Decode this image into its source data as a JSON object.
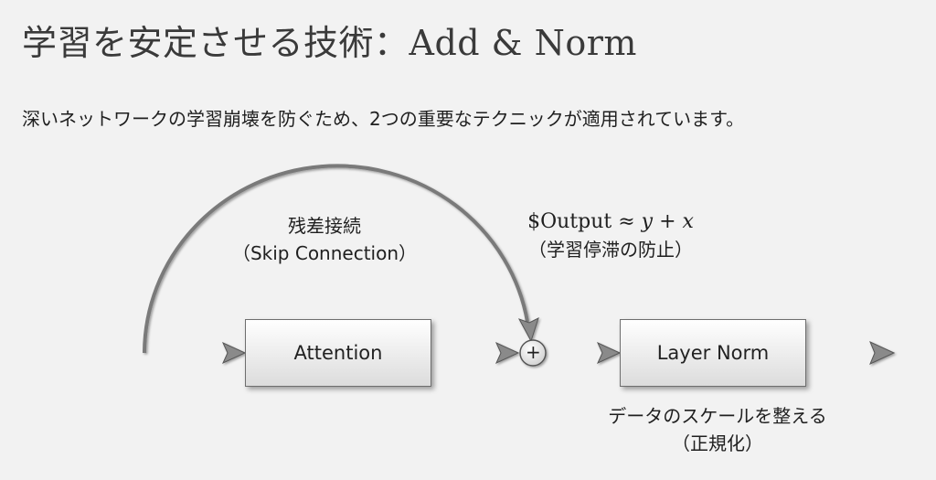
{
  "title": "学習を安定させる技術：Add & Norm",
  "subtitle": "深いネットワークの学習崩壊を防ぐため、2つの重要なテクニックが適用されています。",
  "skip": {
    "label": "残差接続",
    "sublabel": "（Skip Connection）"
  },
  "output": {
    "prefix": "$Output",
    "approx": " ≈ ",
    "y": "y",
    "plus": " + ",
    "x": "x",
    "note": "（学習停滞の防止）"
  },
  "blocks": {
    "attention": "Attention",
    "layer_norm": "Layer Norm"
  },
  "add_symbol": "+",
  "norm": {
    "label": "データのスケールを整える",
    "sublabel": "（正規化）"
  },
  "colors": {
    "background": "#f2f2f2",
    "arrow": "#7a7a7a",
    "box_border": "#6e6e6e"
  }
}
